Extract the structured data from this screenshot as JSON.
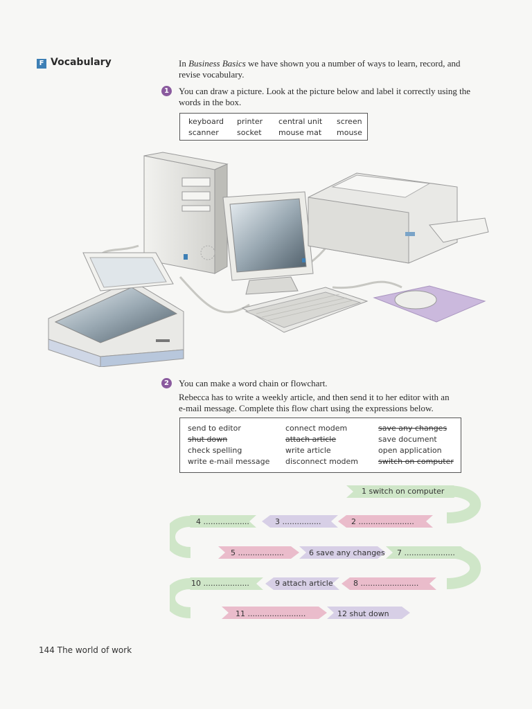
{
  "section": {
    "badge": "F",
    "title": "Vocabulary"
  },
  "intro": {
    "prefix": "In ",
    "book": "Business Basics",
    "line1_rest": " we have shown you a number of ways to learn, record, and",
    "line2": "revise vocabulary."
  },
  "exercise1": {
    "number": "1",
    "line1": "You can draw a picture. Look at the picture below and label it correctly using the",
    "line2": "words in the box.",
    "words": [
      "keyboard",
      "printer",
      "central unit",
      "screen",
      "scanner",
      "socket",
      "mouse mat",
      "mouse"
    ]
  },
  "exercise2": {
    "number": "2",
    "line1": "You can make a word chain or flowchart.",
    "line2": "Rebecca has to write a weekly article, and then send it to her editor with an",
    "line3": "e-mail message. Complete this flow chart using the expressions below.",
    "expressions": [
      {
        "text": "send to editor",
        "struck": false
      },
      {
        "text": "connect modem",
        "struck": false
      },
      {
        "text": "save any changes",
        "struck": true
      },
      {
        "text": "shut down",
        "struck": true
      },
      {
        "text": "attach article",
        "struck": true
      },
      {
        "text": "save document",
        "struck": false
      },
      {
        "text": "check spelling",
        "struck": false
      },
      {
        "text": "write article",
        "struck": false
      },
      {
        "text": "open application",
        "struck": false
      },
      {
        "text": "write e-mail message",
        "struck": false
      },
      {
        "text": "disconnect modem",
        "struck": false
      },
      {
        "text": "switch on computer",
        "struck": true
      }
    ]
  },
  "flowchart": {
    "steps": [
      {
        "label": "1 switch on computer"
      },
      {
        "label": "2 ......................."
      },
      {
        "label": "3 ................"
      },
      {
        "label": "4 ..................."
      },
      {
        "label": "5 ..................."
      },
      {
        "label": "6 save any changes"
      },
      {
        "label": "7 ....................."
      },
      {
        "label": "8 ........................"
      },
      {
        "label": "9 attach article"
      },
      {
        "label": "10 ..................."
      },
      {
        "label": "11 ........................"
      },
      {
        "label": "12 shut down"
      }
    ],
    "colors": {
      "green": "#cfe6c8",
      "pink": "#eabccb",
      "lavender": "#d7cfe6"
    }
  },
  "footer": {
    "page": "144",
    "title": "The world of work"
  }
}
